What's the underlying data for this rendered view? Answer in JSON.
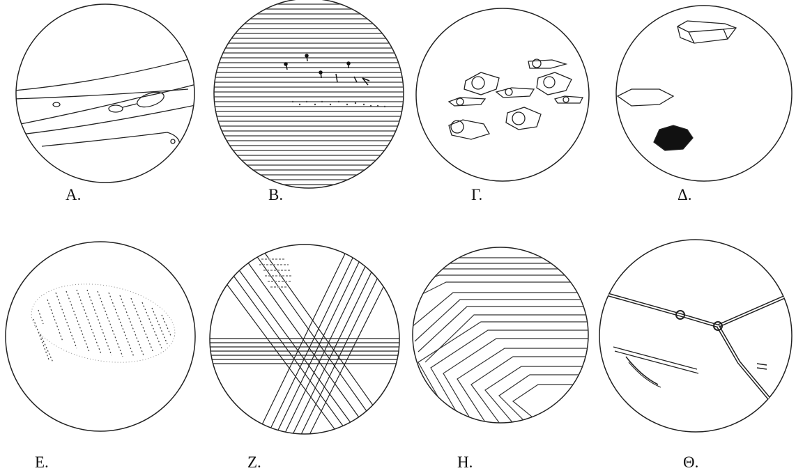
{
  "panels": [
    {
      "id": "a",
      "label": "A."
    },
    {
      "id": "b",
      "label": "B."
    },
    {
      "id": "g",
      "label": "Γ."
    },
    {
      "id": "d",
      "label": "Δ."
    },
    {
      "id": "e",
      "label": "E."
    },
    {
      "id": "z",
      "label": "Z."
    },
    {
      "id": "h",
      "label": "H."
    },
    {
      "id": "th",
      "label": "Θ."
    }
  ]
}
